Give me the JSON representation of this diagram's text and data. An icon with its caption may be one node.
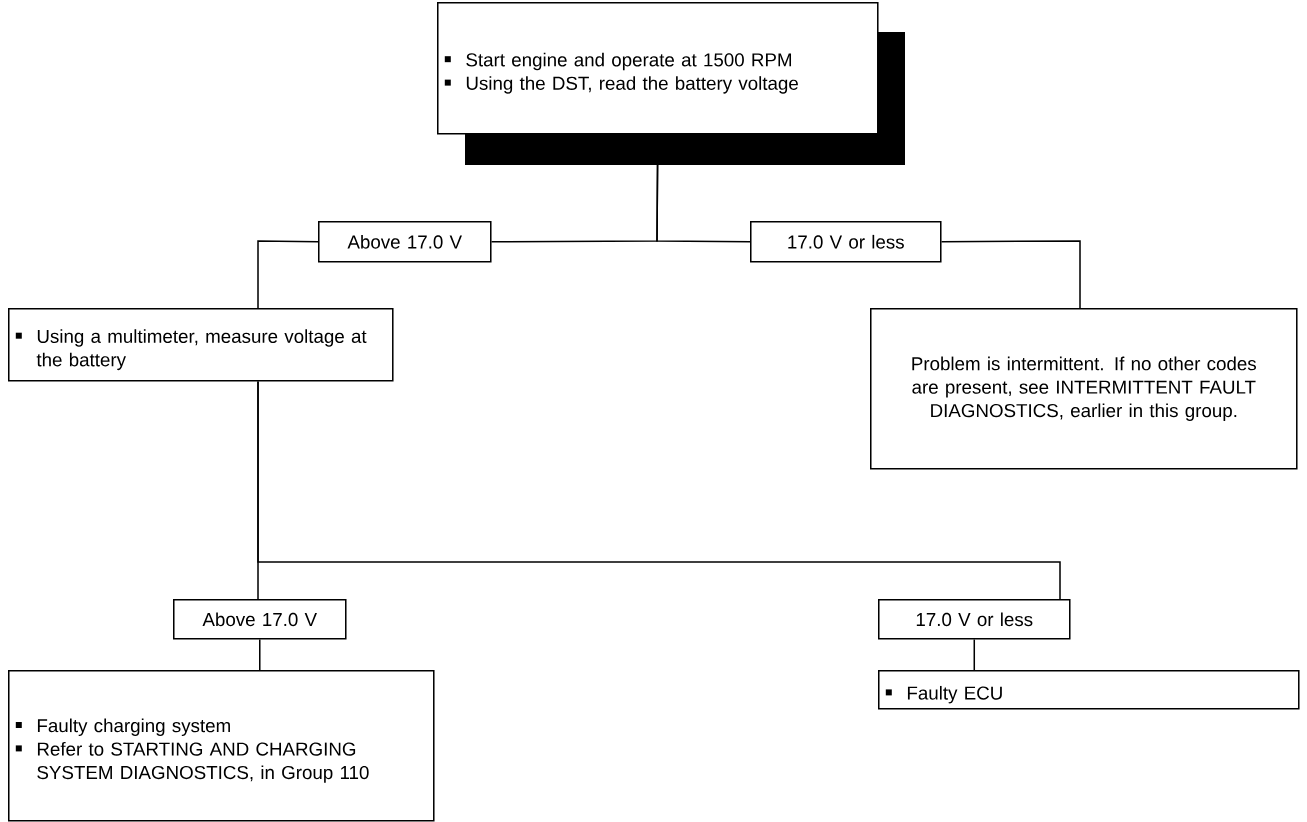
{
  "diagram": {
    "nodes": [
      {
        "text": [
          "Start engine and operate at 1500 RPM",
          "Using the DST, read the battery voltage"
        ]
      },
      {
        "text": [
          "Above 17.0 V"
        ]
      },
      {
        "text": [
          "17.0 V or less"
        ]
      },
      {
        "text": [
          "Using a multimeter, measure voltage at the battery"
        ]
      },
      {
        "text": [
          "Problem is intermittent. If no other codes are present, see INTERMITTENT FAULT DIAGNOSTICS, earlier in this group."
        ]
      },
      {
        "text": [
          "Above 17.0 V"
        ]
      },
      {
        "text": [
          "17.0 V or less"
        ]
      },
      {
        "text": [
          "Faulty charging system",
          "Refer to STARTING AND CHARGING SYSTEM DIAGNOSTICS, in Group 110"
        ]
      },
      {
        "text": [
          "Faulty ECU"
        ]
      }
    ],
    "edges": [
      {
        "from": 0,
        "to": 1,
        "arrow": "none"
      },
      {
        "from": 0,
        "to": 2,
        "arrow": "none"
      },
      {
        "from": 1,
        "to": 3,
        "arrow": "none"
      },
      {
        "from": 2,
        "to": 4,
        "arrow": "none"
      },
      {
        "from": 3,
        "to": 5,
        "arrow": "none"
      },
      {
        "from": 3,
        "to": 6,
        "arrow": "none"
      },
      {
        "from": 5,
        "to": 7,
        "arrow": "none"
      },
      {
        "from": 6,
        "to": 8,
        "arrow": "none"
      }
    ]
  }
}
